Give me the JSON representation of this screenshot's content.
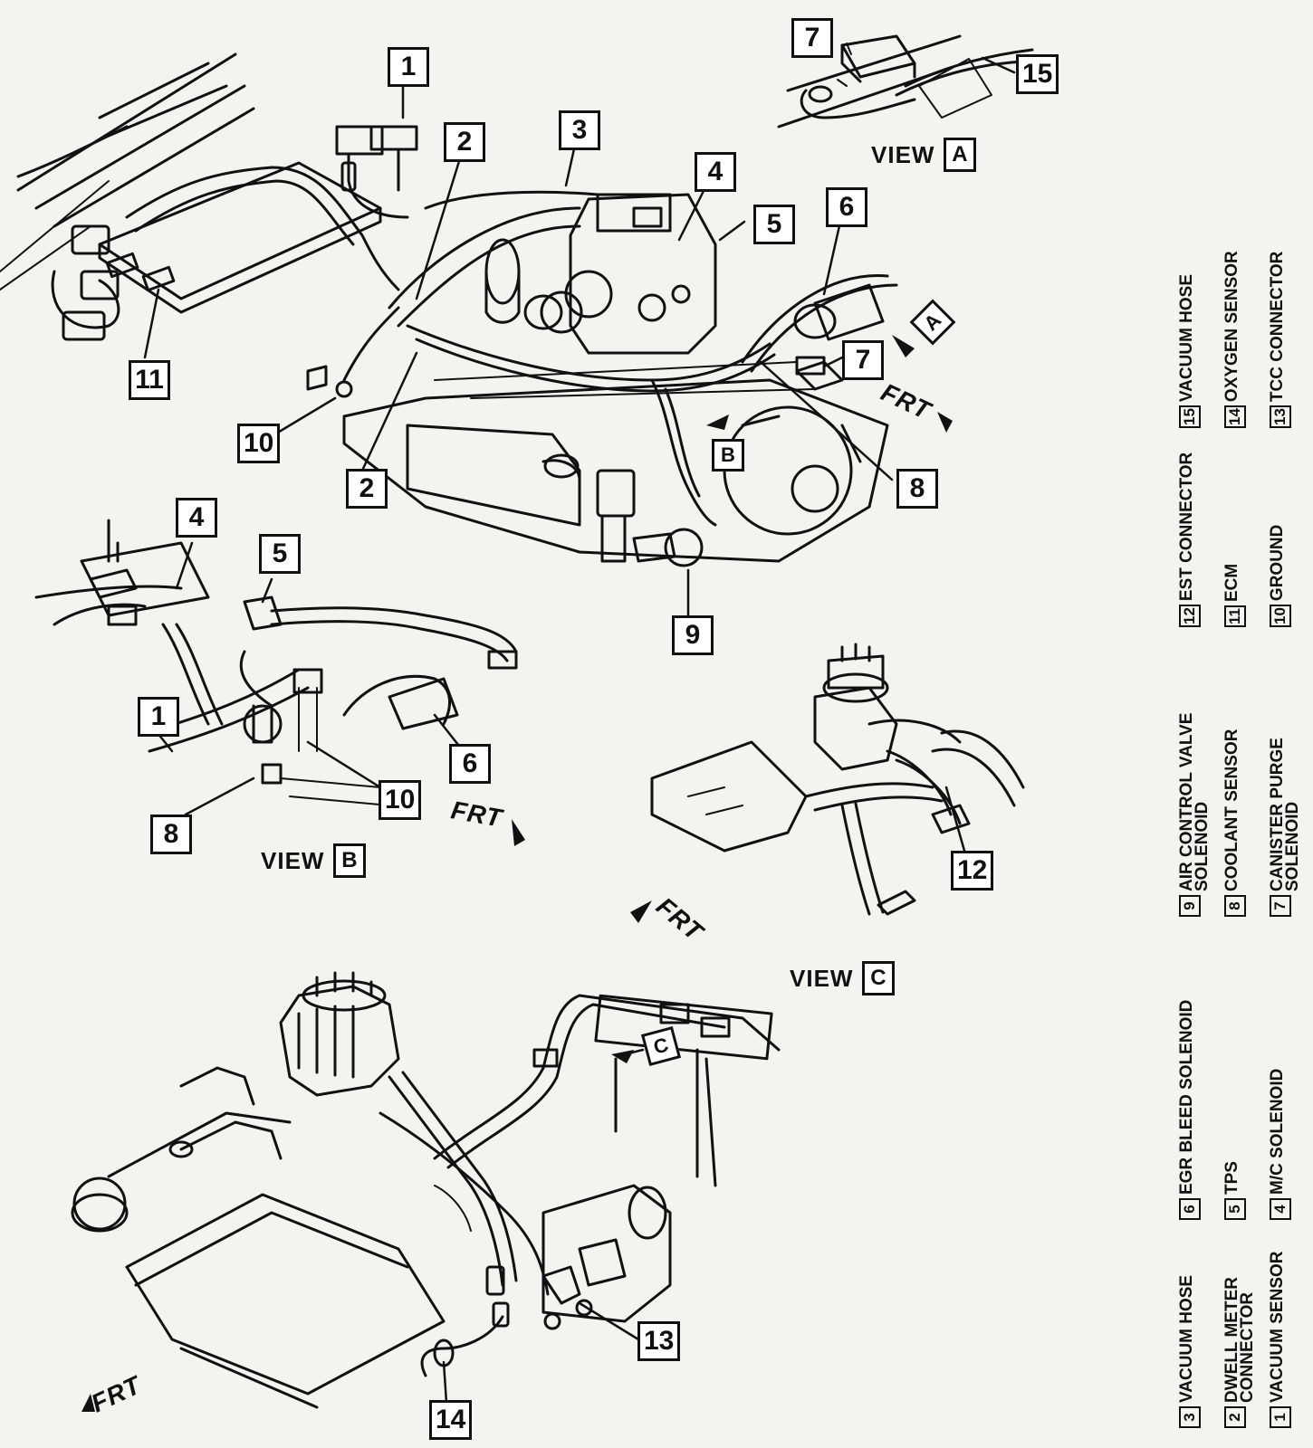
{
  "callouts": {
    "c1_top": "1",
    "c2_top": "2",
    "c3": "3",
    "c4_top": "4",
    "c5_top": "5",
    "c6_top": "6",
    "c7_top": "7",
    "c8_top": "8",
    "c9": "9",
    "c10_top": "10",
    "c11": "11",
    "c2_low": "2",
    "c7_viewA": "7",
    "c15": "15",
    "c4_viewB": "4",
    "c5_viewB": "5",
    "c1_viewB": "1",
    "c6_viewB": "6",
    "c10_viewB": "10",
    "c8_viewB": "8",
    "c12": "12",
    "c13": "13",
    "c14": "14"
  },
  "views": {
    "view_a": {
      "text": "VIEW",
      "letter": "A"
    },
    "view_b": {
      "text": "VIEW",
      "letter": "B"
    },
    "view_c": {
      "text": "VIEW",
      "letter": "C"
    }
  },
  "direction_tags": {
    "a": "A",
    "b": "B",
    "c": "C"
  },
  "frt": {
    "main": "FRT",
    "view_b": "FRT",
    "view_c": "FRT",
    "bottom": "FRT"
  },
  "legend": [
    {
      "num": "1",
      "text": "VACUUM SENSOR"
    },
    {
      "num": "2",
      "text": "DWELL METER CONNECTOR"
    },
    {
      "num": "3",
      "text": "VACUUM HOSE"
    },
    {
      "num": "4",
      "text": "M/C SOLENOID"
    },
    {
      "num": "5",
      "text": "TPS"
    },
    {
      "num": "6",
      "text": "EGR BLEED SOLENOID"
    },
    {
      "num": "7",
      "text": "CANISTER PURGE SOLENOID"
    },
    {
      "num": "8",
      "text": "COOLANT SENSOR"
    },
    {
      "num": "9",
      "text": "AIR CONTROL VALVE SOLENOID"
    },
    {
      "num": "10",
      "text": "GROUND"
    },
    {
      "num": "11",
      "text": "ECM"
    },
    {
      "num": "12",
      "text": "EST CONNECTOR"
    },
    {
      "num": "13",
      "text": "TCC CONNECTOR"
    },
    {
      "num": "14",
      "text": "OXYGEN SENSOR"
    },
    {
      "num": "15",
      "text": "VACUUM HOSE"
    }
  ]
}
